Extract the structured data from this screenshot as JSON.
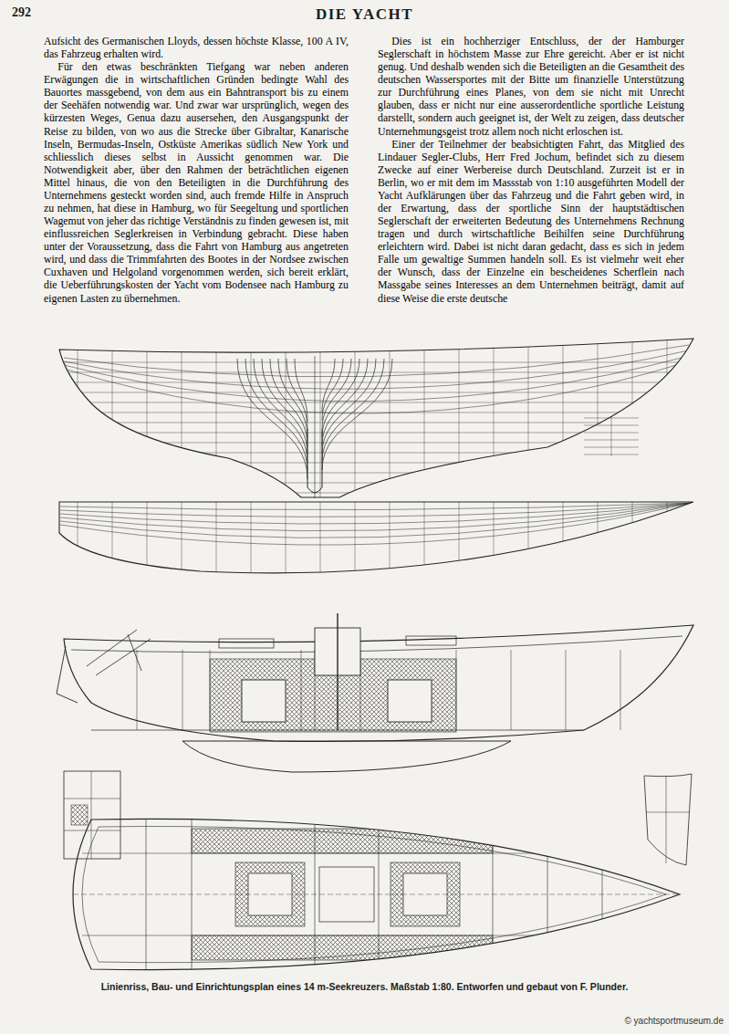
{
  "diagram": {
    "title": "DIE YACHT",
    "caption": "Linienriss, Bau- und Einrichtungsplan eines 14 m-Seekreuzers. Maßstab 1:80. Entworfen und gebaut von F. Plunder.",
    "labels": [
      "292",
      "Aufsicht des Germanischen Lloyds, dessen höchste Klasse, 100 A IV, das Fahrzeug erhalten wird.",
      "Für den etwas beschränkten Tiefgang war neben anderen Erwägungen die in wirtschaftlichen Gründen bedingte Wahl des Bauortes massgebend, von dem aus ein Bahntransport bis zu einem der Seehäfen notwendig war. Und zwar war ursprünglich, wegen des kürzesten Weges, Genua dazu ausersehen, den Ausgangspunkt der Reise zu bilden, von wo aus die Strecke über Gibraltar, Kanarische Inseln, Bermudas-Inseln, Ostküste Amerikas südlich New York und schliesslich dieses selbst in Aussicht genommen war. Die Notwendigkeit aber, über den Rahmen der beträchtlichen eigenen Mittel hinaus, die von den Beteiligten in die Durchführung des Unternehmens gesteckt worden sind, auch fremde Hilfe in Anspruch zu nehmen, hat diese in Hamburg, wo für Seegeltung und sportlichen Wagemut von jeher das richtige Verständnis zu finden gewesen ist, mit einflussreichen Seglerkreisen in Verbindung gebracht. Diese haben unter der Voraussetzung, dass die Fahrt von Hamburg aus angetreten wird, und dass die Trimmfahrten des Bootes in der Nordsee zwischen Cuxhaven und Helgoland vorgenommen werden, sich bereit erklärt, die Ueberführungskosten der Yacht vom Bodensee nach Hamburg zu eigenen Lasten zu übernehmen.",
      "Dies ist ein hochherziger Entschluss, der der Hamburger Seglerschaft in höchstem Masse zur Ehre gereicht. Aber er ist nicht genug. Und deshalb wenden sich die Beteiligten an die Gesamtheit des deutschen Wassersportes mit der Bitte um finanzielle Unterstützung zur Durchführung eines Planes, von dem sie nicht mit Unrecht glauben, dass er nicht nur eine ausserordentliche sportliche Leistung darstellt, sondern auch geeignet ist, der Welt zu zeigen, dass deutscher Unternehmungsgeist trotz allem noch nicht erloschen ist.",
      "Einer der Teilnehmer der beabsichtigten Fahrt, das Mitglied des Lindauer Segler-Clubs, Herr Fred Jochum, befindet sich zu diesem Zwecke auf einer Werbereise durch Deutschland. Zurzeit ist er in Berlin, wo er mit dem im Massstab von 1:10 ausgeführten Modell der Yacht Aufklärungen über das Fahrzeug und die Fahrt geben wird, in der Erwartung, dass der sportliche Sinn der hauptstädtischen Seglerschaft der erweiterten Bedeutung des Unternehmens Rechnung tragen und durch wirtschaftliche Beihilfen seine Durchführung erleichtern wird. Dabei ist nicht daran gedacht, dass es sich in jedem Falle um gewaltige Summen handeln soll. Es ist vielmehr weit eher der Wunsch, dass der Einzelne ein bescheidenes Scherflein nach Massgabe seines Interesses an dem Unternehmen beiträgt, damit auf diese Weise die erste deutsche",
      "© yachtsportmuseum.de"
    ]
  }
}
